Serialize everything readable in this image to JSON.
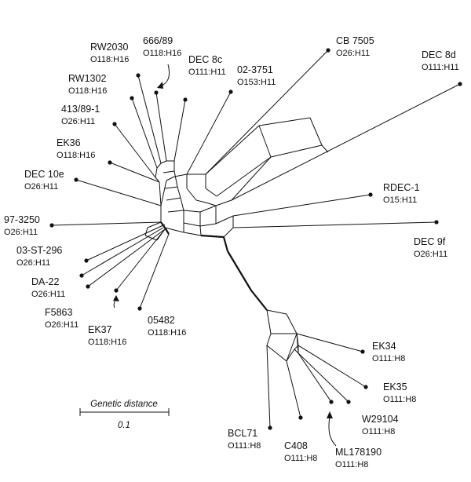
{
  "taxa": [
    {
      "id": "rw2030",
      "name": "RW2030",
      "serotype": "O118:H16"
    },
    {
      "id": "666-89",
      "name": "666/89",
      "serotype": "O118:H16"
    },
    {
      "id": "dec8c",
      "name": "DEC 8c",
      "serotype": "O111:H11"
    },
    {
      "id": "02-3751",
      "name": "02-3751",
      "serotype": "O153:H11"
    },
    {
      "id": "cb7505",
      "name": "CB 7505",
      "serotype": "O26:H11"
    },
    {
      "id": "dec8d",
      "name": "DEC 8d",
      "serotype": "O111:H11"
    },
    {
      "id": "rw1302",
      "name": "RW1302",
      "serotype": "O118:H16"
    },
    {
      "id": "413-89-1",
      "name": "413/89-1",
      "serotype": "O26:H11"
    },
    {
      "id": "ek36",
      "name": "EK36",
      "serotype": "O118:H16"
    },
    {
      "id": "dec10e",
      "name": "DEC 10e",
      "serotype": "O26:H11"
    },
    {
      "id": "rdec1",
      "name": "RDEC-1",
      "serotype": "O15:H11"
    },
    {
      "id": "97-3250",
      "name": "97-3250",
      "serotype": "O26:H11"
    },
    {
      "id": "dec9f",
      "name": "DEC 9f",
      "serotype": "O26:H11"
    },
    {
      "id": "03-st-296",
      "name": "03-ST-296",
      "serotype": "O26:H11"
    },
    {
      "id": "da22",
      "name": "DA-22",
      "serotype": "O26:H11"
    },
    {
      "id": "f5863",
      "name": "F5863",
      "serotype": "O26:H11"
    },
    {
      "id": "ek37",
      "name": "EK37",
      "serotype": "O118:H16"
    },
    {
      "id": "05482",
      "name": "05482",
      "serotype": "O118:H16"
    },
    {
      "id": "ek34",
      "name": "EK34",
      "serotype": "O111:H8"
    },
    {
      "id": "ek35",
      "name": "EK35",
      "serotype": "O111:H8"
    },
    {
      "id": "w29104",
      "name": "W29104",
      "serotype": "O111:H8"
    },
    {
      "id": "bcl71",
      "name": "BCL71",
      "serotype": "O111:H8"
    },
    {
      "id": "c408",
      "name": "C408",
      "serotype": "O111:H8"
    },
    {
      "id": "ml178190",
      "name": "ML178190",
      "serotype": "O111:H8"
    }
  ],
  "scale_bar": {
    "title": "Genetic distance",
    "value": "0.1"
  }
}
